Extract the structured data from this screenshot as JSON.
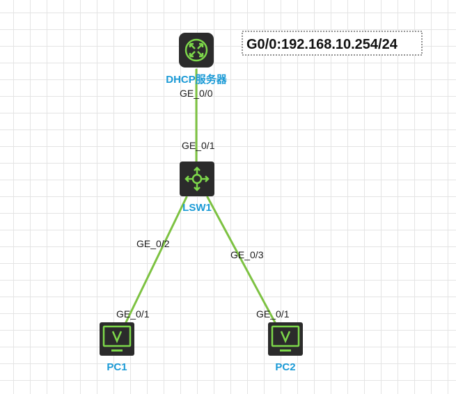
{
  "note": {
    "text": "G0/0:192.168.10.254/24"
  },
  "nodes": {
    "dhcp": {
      "label": "DHCP服务器",
      "icon": "router-icon"
    },
    "lsw1": {
      "label": "LSW1",
      "icon": "switch-icon"
    },
    "pc1": {
      "label": "PC1",
      "icon": "pc-monitor-icon"
    },
    "pc2": {
      "label": "PC2",
      "icon": "pc-monitor-icon"
    }
  },
  "links": [
    {
      "from": "dhcp",
      "to": "lsw1",
      "from_port": "GE_0/0",
      "to_port": "GE_0/1"
    },
    {
      "from": "lsw1",
      "to": "pc1",
      "from_port": "GE_0/2",
      "to_port": "GE_0/1"
    },
    {
      "from": "lsw1",
      "to": "pc2",
      "from_port": "GE_0/3",
      "to_port": "GE_0/1"
    }
  ],
  "colors": {
    "link": "#7dc242",
    "label": "#1a9ad6",
    "icon_glyph": "#7dd84a",
    "icon_body": "#2b2b2b"
  }
}
